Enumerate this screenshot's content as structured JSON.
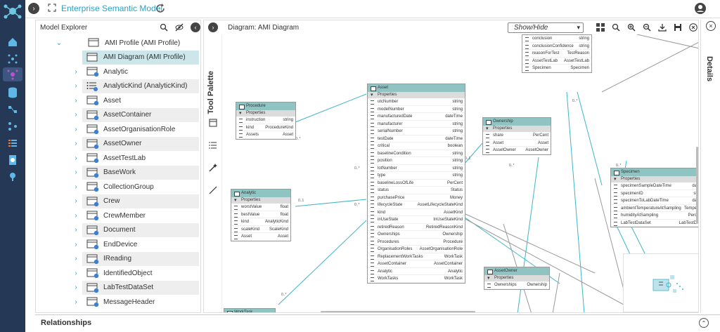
{
  "app": {
    "title": "Enterprise Semantic Model"
  },
  "rail": {
    "icons": [
      "home-icon",
      "network-icon",
      "diagram-icon",
      "database-icon",
      "flow-icon",
      "list-icon",
      "import-icon",
      "connector-icon"
    ]
  },
  "explorer": {
    "title": "Model Explorer",
    "items": [
      {
        "label": "AMI Profile (AMI Profile)",
        "icon": "profile-icon",
        "expanded": true
      },
      {
        "label": "AMI Diagram (AMI Profile)",
        "icon": "diagram-icon",
        "selected": true
      },
      {
        "label": "Analytic",
        "icon": "class-icon"
      },
      {
        "label": "AnalyticKind (AnalyticKind)",
        "icon": "enum-icon"
      },
      {
        "label": "Asset",
        "icon": "class-icon"
      },
      {
        "label": "AssetContainer",
        "icon": "class-icon"
      },
      {
        "label": "AssetOrganisationRole",
        "icon": "class-icon"
      },
      {
        "label": "AssetOwner",
        "icon": "class-icon"
      },
      {
        "label": "AssetTestLab",
        "icon": "class-icon"
      },
      {
        "label": "BaseWork",
        "icon": "class-icon"
      },
      {
        "label": "CollectionGroup",
        "icon": "class-icon"
      },
      {
        "label": "Crew",
        "icon": "class-icon"
      },
      {
        "label": "CrewMember",
        "icon": "class-icon"
      },
      {
        "label": "Document",
        "icon": "class-icon"
      },
      {
        "label": "EndDevice",
        "icon": "class-icon"
      },
      {
        "label": "IReading",
        "icon": "class-icon"
      },
      {
        "label": "IdentifiedObject",
        "icon": "class-icon"
      },
      {
        "label": "LabTestDataSet",
        "icon": "class-icon"
      },
      {
        "label": "MessageHeader",
        "icon": "class-icon"
      }
    ]
  },
  "diagram": {
    "title": "Diagram: AMI Diagram",
    "show_hide": "Show/Hide",
    "palette_label": "Tool Palette",
    "multiplicity": {
      "many": "0..*",
      "one": "0..1"
    },
    "classes": {
      "procedure": {
        "name": "Procedure",
        "section": "Properties",
        "rows": [
          [
            "instruction",
            "string"
          ],
          [
            "kind",
            "ProcedureKind"
          ],
          [
            "Assets",
            "Asset"
          ]
        ]
      },
      "analytic": {
        "name": "Analytic",
        "section": "Properties",
        "rows": [
          [
            "worstValue",
            "float"
          ],
          [
            "bestValue",
            "float"
          ],
          [
            "kind",
            "AnalyticKind"
          ],
          [
            "scaleKind",
            "ScaleKind"
          ],
          [
            "Asset",
            "Asset"
          ]
        ]
      },
      "worktask": {
        "name": "WorkTask",
        "section": "Properties",
        "rows": []
      },
      "asset": {
        "name": "Asset",
        "section": "Properties",
        "rows": [
          [
            "utcNumber",
            "string"
          ],
          [
            "modelNumber",
            "string"
          ],
          [
            "manufacturedDate",
            "dateTime"
          ],
          [
            "manufacturer",
            "string"
          ],
          [
            "serialNumber",
            "string"
          ],
          [
            "testDate",
            "dateTime"
          ],
          [
            "critical",
            "boolean"
          ],
          [
            "baselineCondition",
            "string"
          ],
          [
            "position",
            "string"
          ],
          [
            "lotNumber",
            "string"
          ],
          [
            "type",
            "string"
          ],
          [
            "baselineLossOfLife",
            "PerCent"
          ],
          [
            "status",
            "Status"
          ],
          [
            "purchasePrice",
            "Money"
          ],
          [
            "lifecycleState",
            "AssetLifecycleStateKind"
          ],
          [
            "kind",
            "AssetKind"
          ],
          [
            "inUseState",
            "InUseStateKind"
          ],
          [
            "retiredReason",
            "RetiredReasonKind"
          ],
          [
            "Ownerships",
            "Ownership"
          ],
          [
            "Procedures",
            "Procedure"
          ],
          [
            "OrganisationRoles",
            "AssetOrganisationRole"
          ],
          [
            "ReplacementWorkTasks",
            "WorkTask"
          ],
          [
            "AssetContainer",
            "AssetContainer"
          ],
          [
            "Analytic",
            "Analytic"
          ],
          [
            "WorkTasks",
            "WorkTask"
          ]
        ]
      },
      "ownership": {
        "name": "Ownership",
        "section": "Properties",
        "rows": [
          [
            "share",
            "PerCent"
          ],
          [
            "Asset",
            "Asset"
          ],
          [
            "AssetOwner",
            "AssetOwner"
          ]
        ]
      },
      "assetowner": {
        "name": "AssetOwner",
        "section": "Properties",
        "rows": [
          [
            "Ownerships",
            "Ownership"
          ]
        ]
      },
      "topclass": {
        "rows": [
          [
            "conclusion",
            "string"
          ],
          [
            "conclusionConfidence",
            "string"
          ],
          [
            "reasonForTest",
            "TestReason"
          ],
          [
            "AssetTestLab",
            "AssetTestLab"
          ],
          [
            "Specimen",
            "Specimen"
          ]
        ]
      },
      "specimen": {
        "name": "Specimen",
        "section": "Properties",
        "rows": [
          [
            "specimenSampleDateTime",
            "da"
          ],
          [
            "specimenID",
            "st"
          ],
          [
            "specimenToLabDateTime",
            "da"
          ],
          [
            "ambientTemperatureAtSampling",
            "Tempe"
          ],
          [
            "humidityAtSampling",
            "Perc"
          ],
          [
            "LabTestDataSet",
            "LabTestD"
          ]
        ]
      }
    }
  },
  "details": {
    "label": "Details"
  },
  "relationships": {
    "title": "Relationships"
  }
}
